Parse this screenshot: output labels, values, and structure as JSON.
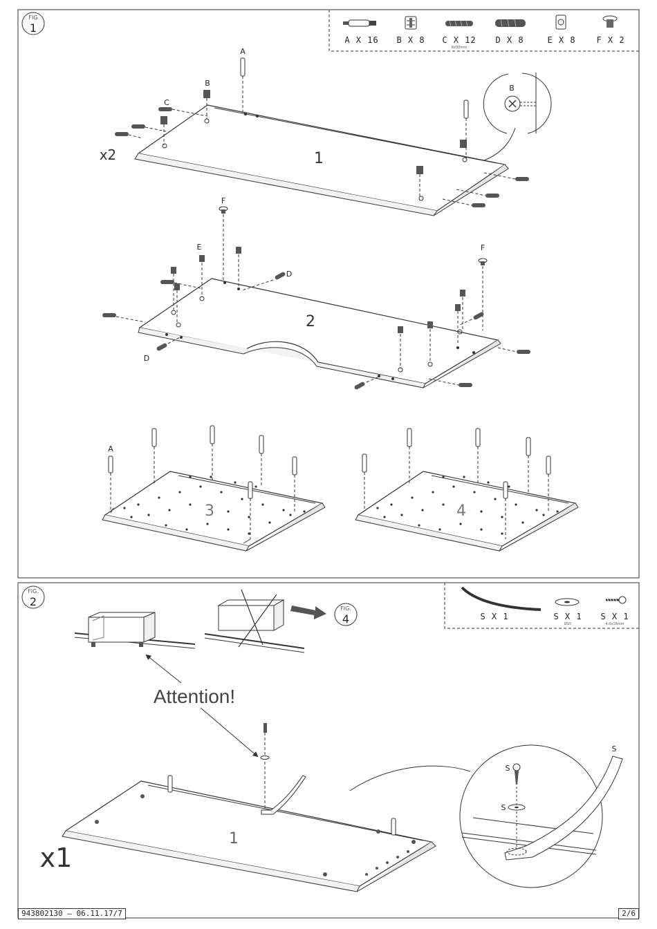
{
  "fig1": {
    "badge_top": "FIG",
    "badge_num": "1",
    "hardware": [
      {
        "code": "A",
        "label": "A X 16",
        "icon": "cam-bolt-icon",
        "size": ""
      },
      {
        "code": "B",
        "label": "B X 8",
        "icon": "cam-lock-icon",
        "size": ""
      },
      {
        "code": "C",
        "label": "C X 12",
        "icon": "wood-dowel-icon",
        "size": "8x30mm"
      },
      {
        "code": "D",
        "label": "D X 8",
        "icon": "dowel-icon",
        "size": ""
      },
      {
        "code": "E",
        "label": "E X 8",
        "icon": "cam-housing-icon",
        "size": ""
      },
      {
        "code": "F",
        "label": "F X 2",
        "icon": "glide-foot-icon",
        "size": ""
      }
    ],
    "multiplier": "x2",
    "panels": [
      "1",
      "2",
      "3",
      "4"
    ],
    "callouts": {
      "a": "A",
      "b": "B",
      "c": "C",
      "d": "D",
      "e": "E",
      "f": "F"
    },
    "detail_label": "B"
  },
  "fig2": {
    "badge_top": "FIG.",
    "badge_num": "2",
    "ref_badge_top": "FIG.",
    "ref_badge_num": "4",
    "attention": "Attention!",
    "multiplier": "x1",
    "panel": "1",
    "hardware": [
      {
        "label": "S X 1",
        "icon": "strap-icon",
        "size": ""
      },
      {
        "label": "S X 1",
        "icon": "washer-icon",
        "size": "Ø15"
      },
      {
        "label": "S X 1",
        "icon": "screw-icon",
        "size": "4.0x16mm"
      }
    ],
    "detail_labels": {
      "screw": "S",
      "washer": "S",
      "strap": "S"
    }
  },
  "footer": {
    "doc_code": "943802130  –  06.11.17/7",
    "page": "2/6"
  }
}
